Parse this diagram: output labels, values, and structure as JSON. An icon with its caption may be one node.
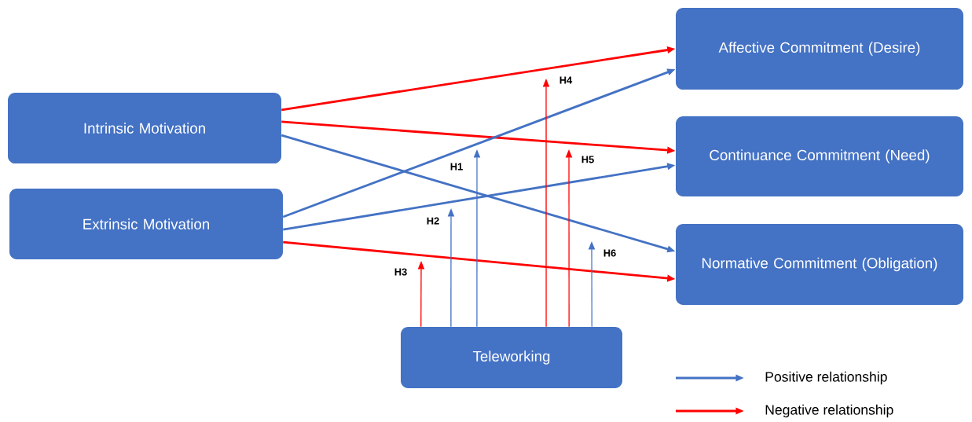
{
  "diagram": {
    "nodes": [
      {
        "text": [
          "Intrinsic Motivation"
        ]
      },
      {
        "text": [
          "Extrinsic Motivation"
        ]
      },
      {
        "text": [
          "Affective Commitment (Desire)"
        ]
      },
      {
        "text": [
          "Continuance Commitment (Need)"
        ]
      },
      {
        "text": [
          "Normative Commitment (Obligation)"
        ]
      },
      {
        "text": [
          "Teleworking"
        ]
      }
    ],
    "edges": [
      {
        "from": 0,
        "to": 2,
        "arrow": "to",
        "color": "#ff0000"
      },
      {
        "from": 0,
        "to": 3,
        "arrow": "to",
        "color": "#ff0000"
      },
      {
        "from": 0,
        "to": 4,
        "arrow": "to",
        "color": "#4472c4"
      },
      {
        "from": 1,
        "to": 2,
        "arrow": "to",
        "color": "#4472c4"
      },
      {
        "from": 1,
        "to": 3,
        "arrow": "to",
        "color": "#4472c4"
      },
      {
        "from": 1,
        "to": 4,
        "arrow": "to",
        "color": "#ff0000"
      },
      {
        "from": 5,
        "to": null,
        "arrow": "to",
        "label": "H3",
        "color": "#ff0000"
      },
      {
        "from": 5,
        "to": null,
        "arrow": "to",
        "label": "H2",
        "color": "#4472c4"
      },
      {
        "from": 5,
        "to": null,
        "arrow": "to",
        "label": "H1",
        "color": "#4472c4"
      },
      {
        "from": 5,
        "to": null,
        "arrow": "to",
        "label": "H4",
        "color": "#ff0000"
      },
      {
        "from": 5,
        "to": null,
        "arrow": "to",
        "label": "H5",
        "color": "#ff0000"
      },
      {
        "from": 5,
        "to": null,
        "arrow": "to",
        "label": "H6",
        "color": "#4472c4"
      }
    ],
    "legend": [
      {
        "text": "Positive relationship"
      },
      {
        "text": "Negative relationship"
      }
    ]
  }
}
